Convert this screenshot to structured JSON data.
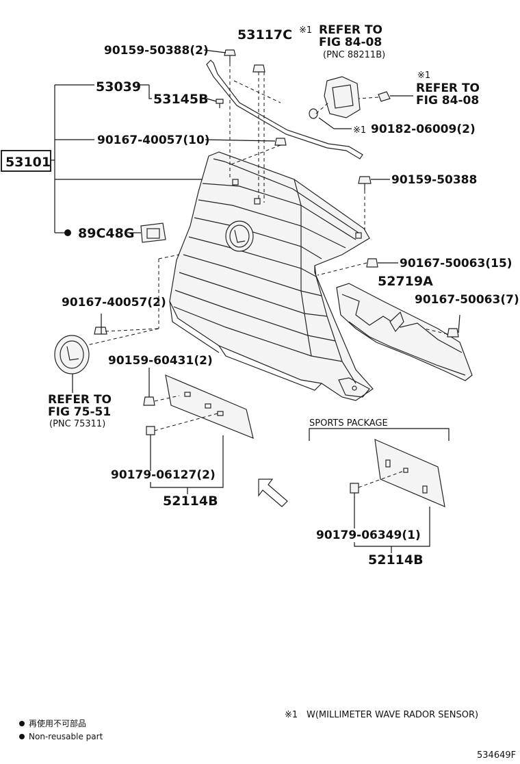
{
  "diagram": {
    "labels": {
      "p53117C": "53117C",
      "p90159_50388_2": "90159-50388(2)",
      "p53039": "53039",
      "p53145B": "53145B",
      "p90167_40057_10": "90167-40057(10)",
      "p53101": "53101",
      "p89C48G": "89C48G",
      "p90167_40057_2": "90167-40057(2)",
      "p90159_50388": "90159-50388",
      "p90167_50063_15": "90167-50063(15)",
      "p52719A": "52719A",
      "p90167_50063_7": "90167-50063(7)",
      "p90182_06009_2": "90182-06009(2)",
      "p90159_60431_2": "90159-60431(2)",
      "p90179_06127_2": "90179-06127(2)",
      "p52114B_left": "52114B",
      "p90179_06349_1": "90179-06349(1)",
      "p52114B_right": "52114B"
    },
    "refer_top": {
      "mark": "※1",
      "line1": "REFER TO",
      "line2": "FIG 84-08",
      "line3": "(PNC 88211B)"
    },
    "refer_right": {
      "mark": "※1",
      "line1": "REFER TO",
      "line2": "FIG 84-08"
    },
    "mark_90182": "※1",
    "refer_left": {
      "line1": "REFER TO",
      "line2": "FIG 75-51",
      "line3": "(PNC 75311)"
    },
    "sports_package": "SPORTS PACKAGE",
    "footnote": {
      "mark": "※1",
      "text": "W(MILLIMETER WAVE RADOR SENSOR)"
    },
    "legend": {
      "line1": "再使用不可部品",
      "line2": "Non-reusable part"
    },
    "figure_id": "534649F"
  }
}
